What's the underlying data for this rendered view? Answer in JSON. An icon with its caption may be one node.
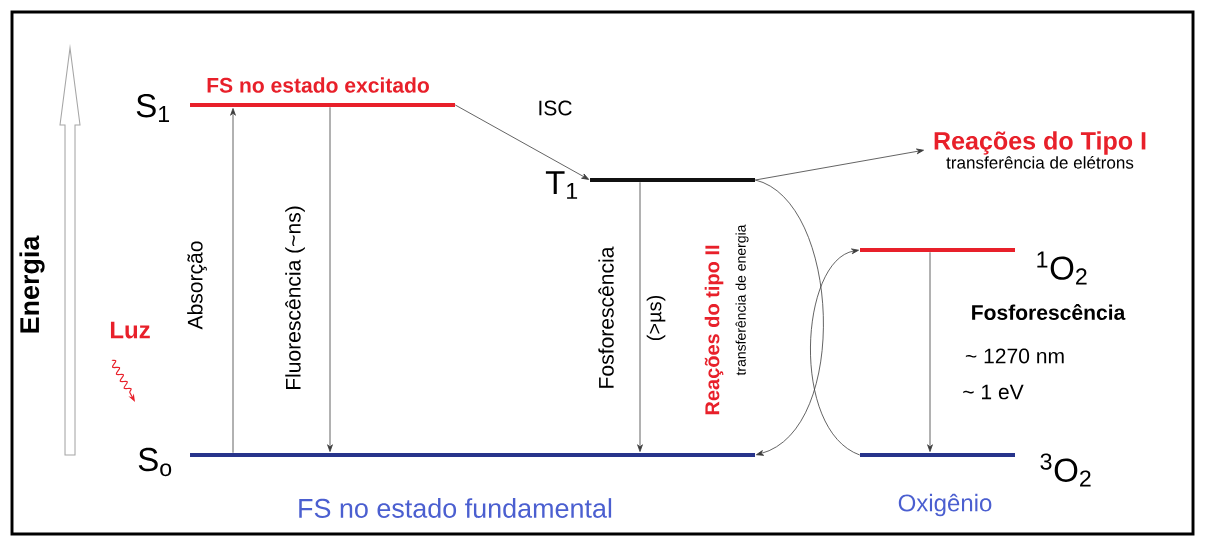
{
  "diagram": {
    "nodes": [
      {
        "text": [
          "FS no estado excitado"
        ],
        "beside": [
          "S$_{1}$"
        ]
      },
      {
        "text": [
          "FS no estado fundamental"
        ],
        "beside": [
          "S$_{o}$"
        ]
      },
      {
        "text": [],
        "shape": "bar",
        "beside": [
          "T$_{1}$"
        ]
      },
      {
        "text": [
          "Reações do Tipo I",
          "transferência de elétrons"
        ]
      },
      {
        "text": [],
        "shape": "bar",
        "beside": [
          "$^{1}$O$_{2}$"
        ]
      },
      {
        "text": [
          "Oxigênio"
        ],
        "beside": [
          "$^{3}$O$_{2}$"
        ]
      }
    ],
    "edges": [
      {
        "from": 1,
        "to": 0,
        "arrow": "to",
        "label": "Absorção"
      },
      {
        "from": 0,
        "to": 1,
        "arrow": "to",
        "label": "Fluorescência (~ns)"
      },
      {
        "from": 0,
        "to": 2,
        "arrow": "to",
        "label": "ISC"
      },
      {
        "from": 2,
        "to": 1,
        "arrow": "to",
        "label": "Fosforescência"
      },
      {
        "from": 2,
        "to": 3,
        "arrow": "to"
      },
      {
        "from": 2,
        "to": 1,
        "arrow": "to"
      },
      {
        "from": 5,
        "to": 4,
        "arrow": "to"
      },
      {
        "from": 4,
        "to": 5,
        "arrow": "to",
        "label": "Fosforescência"
      }
    ],
    "labels": [
      "Energia",
      "Luz",
      "(>µs)",
      "Reações do tipo II",
      "transferência de energia",
      "~ 1270 nm",
      "~ 1 eV"
    ]
  }
}
